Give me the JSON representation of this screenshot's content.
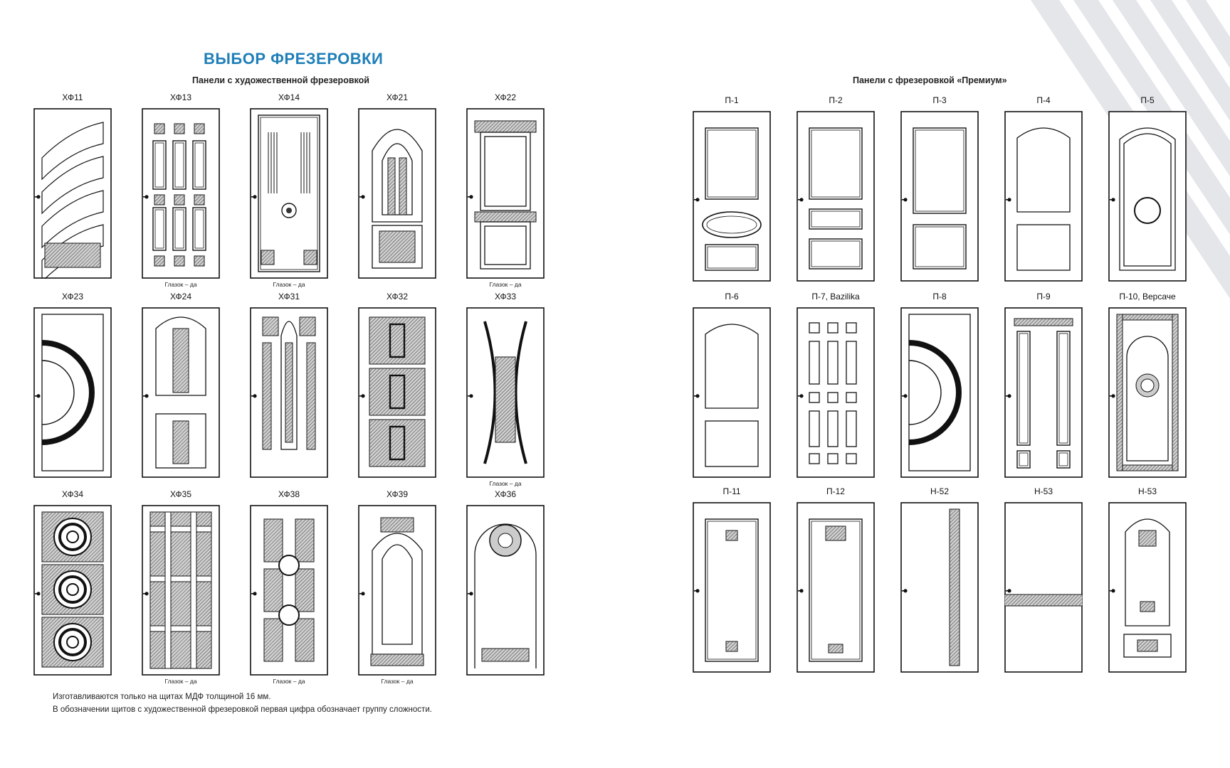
{
  "page": {
    "title": "ВЫБОР ФРЕЗЕРОВКИ",
    "left_subtitle": "Панели с художественной фрезеровкой",
    "right_subtitle": "Панели с фрезеровкой «Премиум»",
    "peephole_label": "Глазок – да",
    "footnote_1": "Изготавливаются только на щитах МДФ толщиной 16 мм.",
    "footnote_2": "В обозначении щитов с художественной фрезеровкой первая цифра обозначает группу сложности.",
    "accent_color": "#1f7fb8"
  },
  "left_doors": [
    {
      "code": "ХФ11",
      "style": "waves",
      "peephole": false
    },
    {
      "code": "ХФ13",
      "style": "grid6",
      "peephole": true
    },
    {
      "code": "ХФ14",
      "style": "lines",
      "peephole": true
    },
    {
      "code": "ХФ21",
      "style": "arch-ornate",
      "peephole": false
    },
    {
      "code": "ХФ22",
      "style": "baroque",
      "peephole": true
    },
    {
      "code": "ХФ23",
      "style": "semicircle",
      "peephole": false
    },
    {
      "code": "ХФ24",
      "style": "twin-leaf",
      "peephole": false
    },
    {
      "code": "ХФ31",
      "style": "arch-pattern",
      "peephole": false
    },
    {
      "code": "ХФ32",
      "style": "three-slots",
      "peephole": false
    },
    {
      "code": "ХФ33",
      "style": "hourglass",
      "peephole": true
    },
    {
      "code": "ХФ34",
      "style": "three-circles",
      "peephole": false
    },
    {
      "code": "ХФ35",
      "style": "grid-pattern",
      "peephole": true
    },
    {
      "code": "ХФ38",
      "style": "circles-pattern",
      "peephole": true
    },
    {
      "code": "ХФ39",
      "style": "arch-tall",
      "peephole": true
    },
    {
      "code": "ХФ36",
      "style": "medallion",
      "peephole": false
    }
  ],
  "right_doors": [
    {
      "code": "П-1",
      "style": "oval"
    },
    {
      "code": "П-2",
      "style": "three-panel"
    },
    {
      "code": "П-3",
      "style": "two-panel"
    },
    {
      "code": "П-4",
      "style": "arch-two"
    },
    {
      "code": "П-5",
      "style": "arch-circle"
    },
    {
      "code": "П-6",
      "style": "arch-two"
    },
    {
      "code": "П-7, Bazilika",
      "style": "grid-small"
    },
    {
      "code": "П-8",
      "style": "semicircle"
    },
    {
      "code": "П-9",
      "style": "columns"
    },
    {
      "code": "П-10, Версаче",
      "style": "versace"
    },
    {
      "code": "П-11",
      "style": "tall-ornate"
    },
    {
      "code": "П-12",
      "style": "tall-ornate2"
    },
    {
      "code": "Н-52",
      "style": "vertical-band"
    },
    {
      "code": "Н-53",
      "style": "horizontal-band"
    },
    {
      "code": "Н-53",
      "style": "arch-ornament"
    }
  ]
}
